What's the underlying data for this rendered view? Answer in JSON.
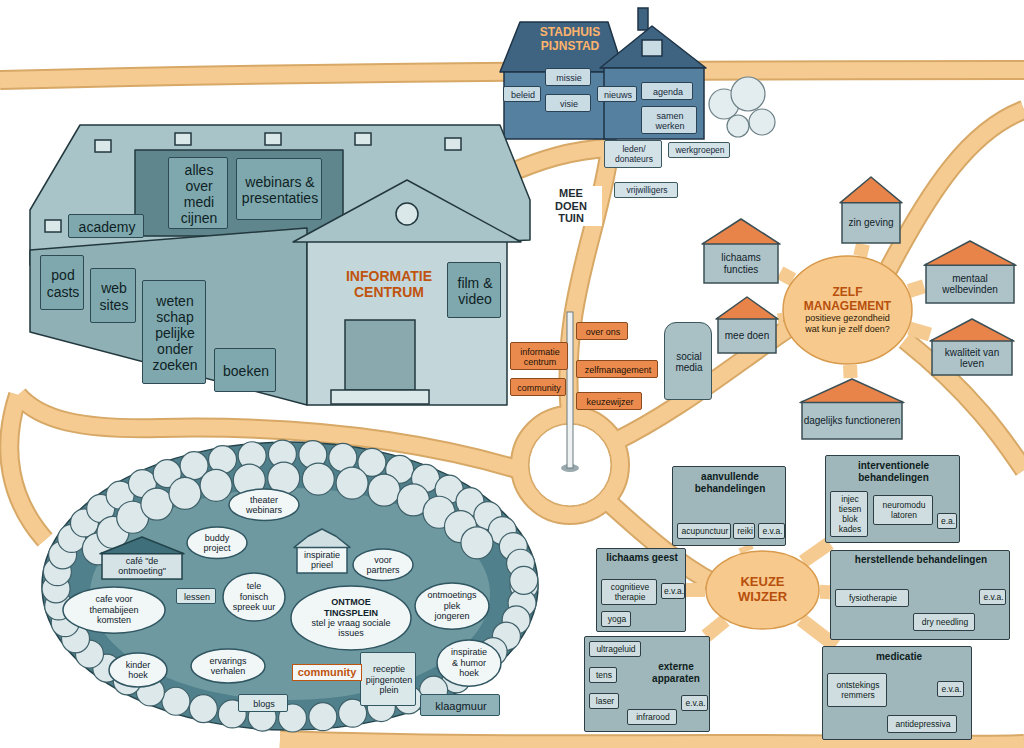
{
  "diagram": {
    "nodes": [
      {
        "text": [
          "STADHUIS PIJNSTAD"
        ]
      },
      {
        "text": [
          "beleid"
        ],
        "in": 0
      },
      {
        "text": [
          "missie"
        ],
        "in": 0
      },
      {
        "text": [
          "visie"
        ],
        "in": 0
      },
      {
        "text": [
          "nieuws"
        ],
        "in": 0
      },
      {
        "text": [
          "agenda"
        ],
        "in": 0
      },
      {
        "text": [
          "samen werken"
        ],
        "in": 0
      },
      {
        "text": [
          "leden/ donateurs"
        ]
      },
      {
        "text": [
          "werkgroepen"
        ]
      },
      {
        "text": [
          "vrijwilligers"
        ]
      },
      {
        "text": [
          "INFORMATIE CENTRUM"
        ]
      },
      {
        "text": [
          "alles over medi cijnen"
        ],
        "in": 10
      },
      {
        "text": [
          "webinars & presentaties"
        ],
        "in": 10
      },
      {
        "text": [
          "academy"
        ],
        "in": 10
      },
      {
        "text": [
          "pod casts"
        ],
        "in": 10
      },
      {
        "text": [
          "web sites"
        ],
        "in": 10
      },
      {
        "text": [
          "weten schap pelijke onder zoeken"
        ],
        "in": 10
      },
      {
        "text": [
          "boeken"
        ],
        "in": 10
      },
      {
        "text": [
          "film & video"
        ],
        "in": 10
      },
      {
        "text": [
          "informatie centrum"
        ]
      },
      {
        "text": [
          "over ons"
        ]
      },
      {
        "text": [
          "zelfmanagement"
        ]
      },
      {
        "text": [
          "community"
        ]
      },
      {
        "text": [
          "keuzewijzer"
        ]
      },
      {
        "text": [
          "social media"
        ]
      },
      {
        "text": [
          "ZELF MANAGEMENT",
          "positieve gezondheid wat kun je zelf doen?"
        ]
      },
      {
        "text": [
          "zin geving"
        ]
      },
      {
        "text": [
          "lichaams functies"
        ]
      },
      {
        "text": [
          "mentaal welbevinden"
        ]
      },
      {
        "text": [
          "mee doen"
        ]
      },
      {
        "text": [
          "kwaliteit van leven"
        ]
      },
      {
        "text": [
          "dagelijks functioneren"
        ]
      },
      {
        "text": [
          "community"
        ]
      },
      {
        "text": [
          "café \"de ontmoeting\""
        ],
        "in": 32
      },
      {
        "text": [
          "theater webinars"
        ],
        "in": 32
      },
      {
        "text": [
          "buddy project"
        ],
        "in": 32
      },
      {
        "text": [
          "inspiratie prieel"
        ],
        "in": 32
      },
      {
        "text": [
          "voor partners"
        ],
        "in": 32
      },
      {
        "text": [
          "cafe voor themabijeen komsten"
        ],
        "in": 32
      },
      {
        "text": [
          "lessen"
        ],
        "in": 32
      },
      {
        "text": [
          "tele fonisch spreek uur"
        ],
        "in": 32
      },
      {
        "text": [
          "ONTMOE TINGSPLEIN",
          "stel je vraag sociale issues"
        ],
        "in": 32
      },
      {
        "text": [
          "ontmoetings plek jongeren"
        ],
        "in": 32
      },
      {
        "text": [
          "inspiratie & humor hoek"
        ],
        "in": 32
      },
      {
        "text": [
          "ervarings verhalen"
        ],
        "in": 32
      },
      {
        "text": [
          "kinder hoek"
        ],
        "in": 32
      },
      {
        "text": [
          "blogs"
        ],
        "in": 32
      },
      {
        "text": [
          "receptie pijngenoten plein"
        ],
        "in": 32
      },
      {
        "text": [
          "klaagmuur"
        ],
        "in": 32
      },
      {
        "text": [
          "KEUZE WIJZER"
        ]
      },
      {
        "text": [
          "aanvullende behandelingen"
        ]
      },
      {
        "text": [
          "acupunctuur"
        ],
        "in": 50
      },
      {
        "text": [
          "reiki"
        ],
        "in": 50
      },
      {
        "text": [
          "e.v.a."
        ],
        "in": 50
      },
      {
        "text": [
          "interventionele behandelingen"
        ]
      },
      {
        "text": [
          "injec tiesen blok kades"
        ],
        "in": 54
      },
      {
        "text": [
          "neuromodu latoren"
        ],
        "in": 54
      },
      {
        "text": [
          "e.a."
        ],
        "in": 54
      },
      {
        "text": [
          "lichaams geest"
        ]
      },
      {
        "text": [
          "cognitieve therapie"
        ],
        "in": 58
      },
      {
        "text": [
          "e.v.a."
        ],
        "in": 58
      },
      {
        "text": [
          "yoga"
        ],
        "in": 58
      },
      {
        "text": [
          "externe apparaten"
        ]
      },
      {
        "text": [
          "ultrageluid"
        ],
        "in": 62
      },
      {
        "text": [
          "tens"
        ],
        "in": 62
      },
      {
        "text": [
          "laser"
        ],
        "in": 62
      },
      {
        "text": [
          "infrarood"
        ],
        "in": 62
      },
      {
        "text": [
          "e.v.a."
        ],
        "in": 62
      },
      {
        "text": [
          "herstellende behandelingen"
        ]
      },
      {
        "text": [
          "fysiotherapie"
        ],
        "in": 68
      },
      {
        "text": [
          "dry needling"
        ],
        "in": 68
      },
      {
        "text": [
          "e.v.a."
        ],
        "in": 68
      },
      {
        "text": [
          "medicatie"
        ]
      },
      {
        "text": [
          "ontstekings remmers"
        ],
        "in": 72
      },
      {
        "text": [
          "antidepressiva"
        ],
        "in": 72
      },
      {
        "text": [
          "e.v.a."
        ],
        "in": 72
      }
    ],
    "edges": [
      {
        "from": 25,
        "to": 26,
        "arrow": "none"
      },
      {
        "from": 25,
        "to": 27,
        "arrow": "none"
      },
      {
        "from": 25,
        "to": 28,
        "arrow": "none"
      },
      {
        "from": 25,
        "to": 29,
        "arrow": "none"
      },
      {
        "from": 25,
        "to": 30,
        "arrow": "none"
      },
      {
        "from": 25,
        "to": 31,
        "arrow": "none"
      },
      {
        "from": 49,
        "to": 50,
        "arrow": "none"
      },
      {
        "from": 49,
        "to": 54,
        "arrow": "none"
      },
      {
        "from": 49,
        "to": 58,
        "arrow": "none"
      },
      {
        "from": 49,
        "to": 62,
        "arrow": "none"
      },
      {
        "from": 49,
        "to": 68,
        "arrow": "none"
      },
      {
        "from": 49,
        "to": 72,
        "arrow": "none"
      }
    ],
    "labels": [
      "MEE DOEN TUIN"
    ]
  }
}
